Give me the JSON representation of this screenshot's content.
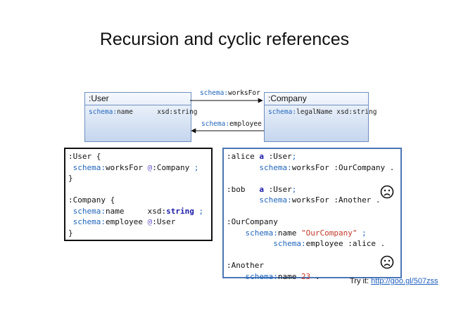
{
  "title": "Recursion and cyclic references",
  "user_class": {
    "name": ":User",
    "attr_prefix": "schema:",
    "attr_name": "name",
    "attr_type": "xsd:string"
  },
  "company_class": {
    "name": ":Company",
    "attr_prefix": "schema:",
    "attr_name": "legalName xsd:string"
  },
  "edges": {
    "works_for_prefix": "schema:",
    "works_for": "worksFor",
    "employee_prefix": "schema:",
    "employee": "employee"
  },
  "shex": [
    [
      [
        ":User {",
        "dark"
      ]
    ],
    [
      [
        " schema:",
        "kw"
      ],
      [
        "worksFor ",
        "dark"
      ],
      [
        "@",
        "kw2"
      ],
      [
        ":Company",
        "dark"
      ],
      [
        " ;",
        "kw"
      ]
    ],
    [
      [
        "}",
        "dark"
      ]
    ],
    [
      [
        "",
        "dark"
      ]
    ],
    [
      [
        ":Company {",
        "dark"
      ]
    ],
    [
      [
        " schema:",
        "kw"
      ],
      [
        "name     ",
        "dark"
      ],
      [
        "xsd:",
        "dark"
      ],
      [
        "string",
        "bold"
      ],
      [
        " ;",
        "kw"
      ]
    ],
    [
      [
        " schema:",
        "kw"
      ],
      [
        "employee ",
        "dark"
      ],
      [
        "@",
        "kw2"
      ],
      [
        ":User",
        "dark"
      ]
    ],
    [
      [
        "}",
        "dark"
      ]
    ]
  ],
  "rdf": [
    [
      [
        ":alice ",
        "dark"
      ],
      [
        "a",
        "bold"
      ],
      [
        " :User",
        "dark"
      ],
      [
        ";",
        "kw"
      ]
    ],
    [
      [
        "       schema:",
        "kw"
      ],
      [
        "worksFor ",
        "dark"
      ],
      [
        ":OurCompany",
        "dark"
      ],
      [
        " .",
        "dark"
      ]
    ],
    [
      [
        "",
        "dark"
      ]
    ],
    [
      [
        ":bob   ",
        "dark"
      ],
      [
        "a",
        "bold"
      ],
      [
        " :User",
        "dark"
      ],
      [
        ";",
        "kw"
      ]
    ],
    [
      [
        "       schema:",
        "kw"
      ],
      [
        "worksFor ",
        "dark"
      ],
      [
        ":Another",
        "dark"
      ],
      [
        " .",
        "dark"
      ]
    ],
    [
      [
        "",
        "dark"
      ]
    ],
    [
      [
        ":OurCompany",
        "dark"
      ]
    ],
    [
      [
        "    schema:",
        "kw"
      ],
      [
        "name ",
        "dark"
      ],
      [
        "\"OurCompany\"",
        "str"
      ],
      [
        " ;",
        "kw"
      ]
    ],
    [
      [
        "          schema:",
        "kw"
      ],
      [
        "employee ",
        "dark"
      ],
      [
        ":alice",
        "dark"
      ],
      [
        " .",
        "dark"
      ]
    ],
    [
      [
        "",
        "dark"
      ]
    ],
    [
      [
        ":Another",
        "dark"
      ]
    ],
    [
      [
        "    schema:",
        "kw"
      ],
      [
        "name ",
        "dark"
      ],
      [
        "23",
        "str"
      ],
      [
        " .",
        "dark"
      ]
    ]
  ],
  "icons": [
    "sad-face-icon",
    "sad-face-icon"
  ],
  "try_it": {
    "label": "Try it: ",
    "link": "http://goo.gl/507zss"
  }
}
